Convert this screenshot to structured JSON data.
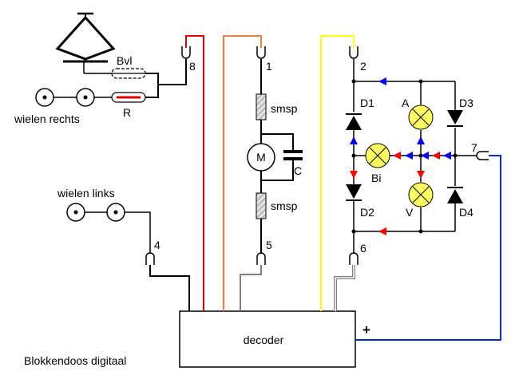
{
  "title": "Blokkendoos digitaal",
  "decoder": {
    "label": "decoder",
    "plus": "+"
  },
  "labels": {
    "bvl": "Bvl",
    "r": "R",
    "wielen_rechts": "wielen rechts",
    "wielen_links": "wielen links",
    "smsp_top": "smsp",
    "smsp_bottom": "smsp",
    "motor": "M",
    "capacitor": "C",
    "d1": "D1",
    "d2": "D2",
    "d3": "D3",
    "d4": "D4",
    "lamp_a": "A",
    "lamp_bi": "Bi",
    "lamp_v": "V"
  },
  "connectors": {
    "c1": "1",
    "c2": "2",
    "c4": "4",
    "c5": "5",
    "c6": "6",
    "c7": "7",
    "c8": "8"
  },
  "colors": {
    "black": "#000000",
    "red": "#e00000",
    "orange": "#f08040",
    "yellow": "#ffff00",
    "gray": "#808080",
    "blue": "#0030c0",
    "lamp": "#ffff60",
    "arrow_blue": "#0000ff",
    "arrow_red": "#ff0000",
    "resistor_hatch": "#b0b0b0"
  }
}
